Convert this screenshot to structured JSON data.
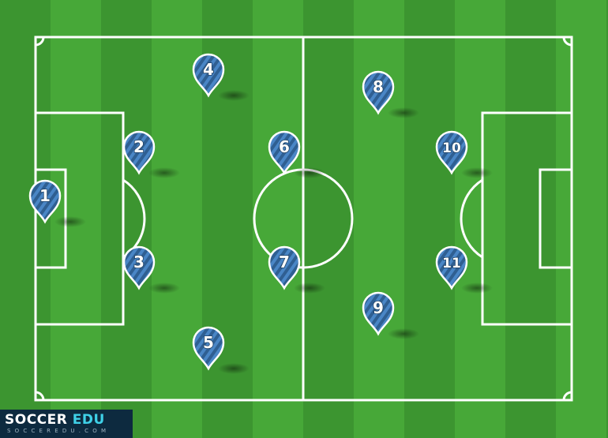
{
  "colors": {
    "grass_dark": "#3c9530",
    "grass_light": "#47a838",
    "lines": "#ffffff",
    "marker_blue": "#4a86c6",
    "marker_stripe": "#2f5f92",
    "marker_outline": "#ffffff",
    "number_text": "#ffffff",
    "brand_bg": "#0d2a3f",
    "brand_accent": "#3fd1e8"
  },
  "players": [
    {
      "number": "1"
    },
    {
      "number": "2"
    },
    {
      "number": "3"
    },
    {
      "number": "4"
    },
    {
      "number": "5"
    },
    {
      "number": "6"
    },
    {
      "number": "7"
    },
    {
      "number": "8"
    },
    {
      "number": "9"
    },
    {
      "number": "10"
    },
    {
      "number": "11"
    }
  ],
  "logo": {
    "word1": "SOCCER",
    "word2": "EDU",
    "tagline": "SOCCEREDU.COM"
  }
}
